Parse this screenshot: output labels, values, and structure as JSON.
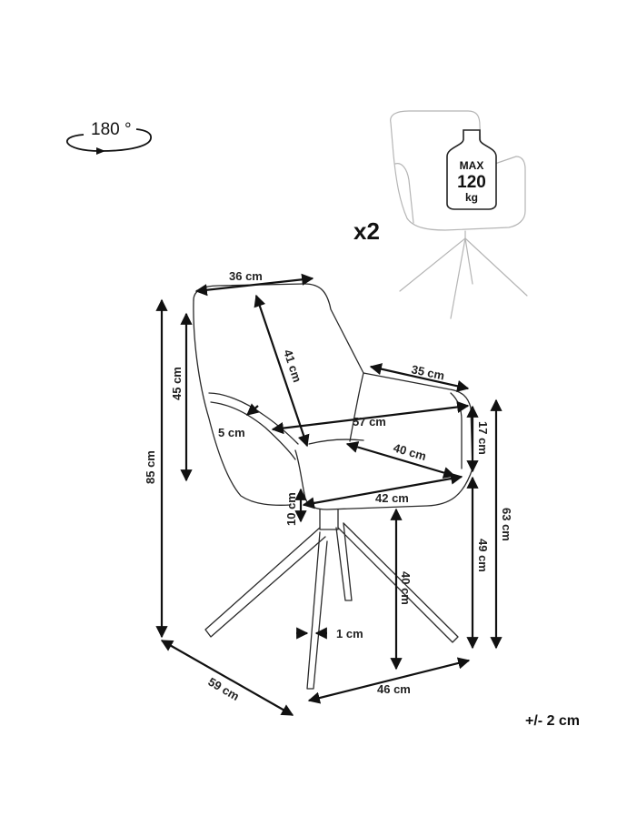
{
  "rotation": {
    "label": "180 °"
  },
  "quantity": {
    "label": "x2"
  },
  "weight_badge": {
    "max": "MAX",
    "value": "120",
    "unit": "kg"
  },
  "tolerance": "+/- 2 cm",
  "dimensions": {
    "back_top_width": "36 cm",
    "back_height": "45 cm",
    "total_height": "85 cm",
    "back_depth": "41 cm",
    "armrest_length": "35 cm",
    "armrest_thickness": "5 cm",
    "inner_width": "57 cm",
    "armrest_height": "17 cm",
    "seat_depth": "40 cm",
    "seat_width": "42 cm",
    "seat_thickness": "10 cm",
    "seat_height_total": "63 cm",
    "leg_height": "40 cm",
    "seat_height": "49 cm",
    "leg_width": "1 cm",
    "base_depth": "59 cm",
    "base_width": "46 cm"
  }
}
